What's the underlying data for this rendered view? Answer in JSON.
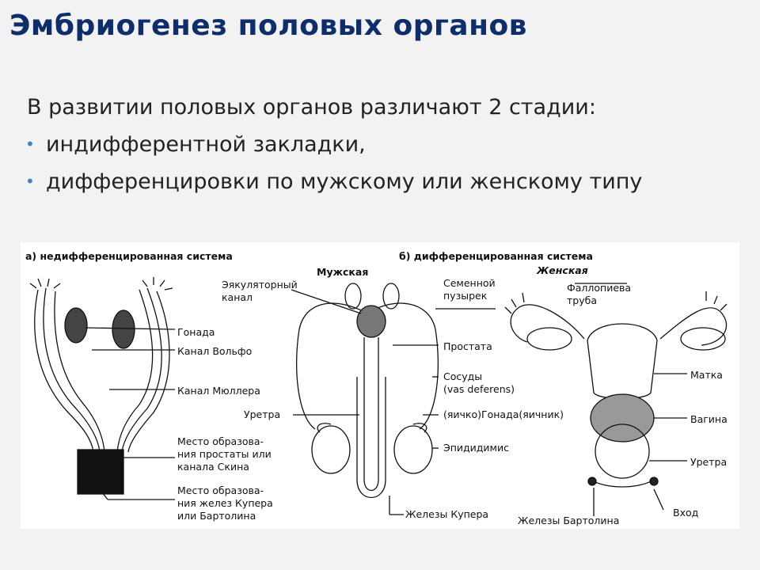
{
  "slide": {
    "title": "Эмбриогенез половых органов",
    "intro": "В развитии половых органов различают 2 стадии:",
    "bullets": [
      "индифферентной закладки,",
      "дифференцировки по мужскому или женскому типу"
    ]
  },
  "figure": {
    "panel_a_title": "а) недифференцированная система",
    "panel_b_title": "б) дифференцированная система",
    "male_heading": "Мужская",
    "female_heading": "Женская",
    "labels_a": {
      "gonad": "Гонада",
      "wolff": "Канал Вольфо",
      "muller": "Канал Мюллера",
      "prostate_site_1": "Место образова-",
      "prostate_site_2": "ния простаты или",
      "prostate_site_3": "канала Скина",
      "gland_site_1": "Место образова-",
      "gland_site_2": "ния желез Купера",
      "gland_site_3": "или Бартолина"
    },
    "labels_male": {
      "ejac_1": "Эякуляторный",
      "ejac_2": "канал",
      "urethra": "Уретра"
    },
    "labels_center": {
      "seminal_1": "Семенной",
      "seminal_2": "пузырек",
      "prostate": "Простата",
      "vessels_1": "Сосуды",
      "vessels_2": "(vas deferens)",
      "testis_ovary": "(яичко)Гонада(яичник)",
      "epididymis": "Эпидидимис",
      "cowper": "Железы Купера",
      "bartholin": "Железы Бартолина"
    },
    "labels_female": {
      "tube_1": "Фаллопиева",
      "tube_2": "труба",
      "uterus": "Матка",
      "vagina": "Вагина",
      "urethra": "Уретра",
      "entrance": "Вход"
    }
  }
}
